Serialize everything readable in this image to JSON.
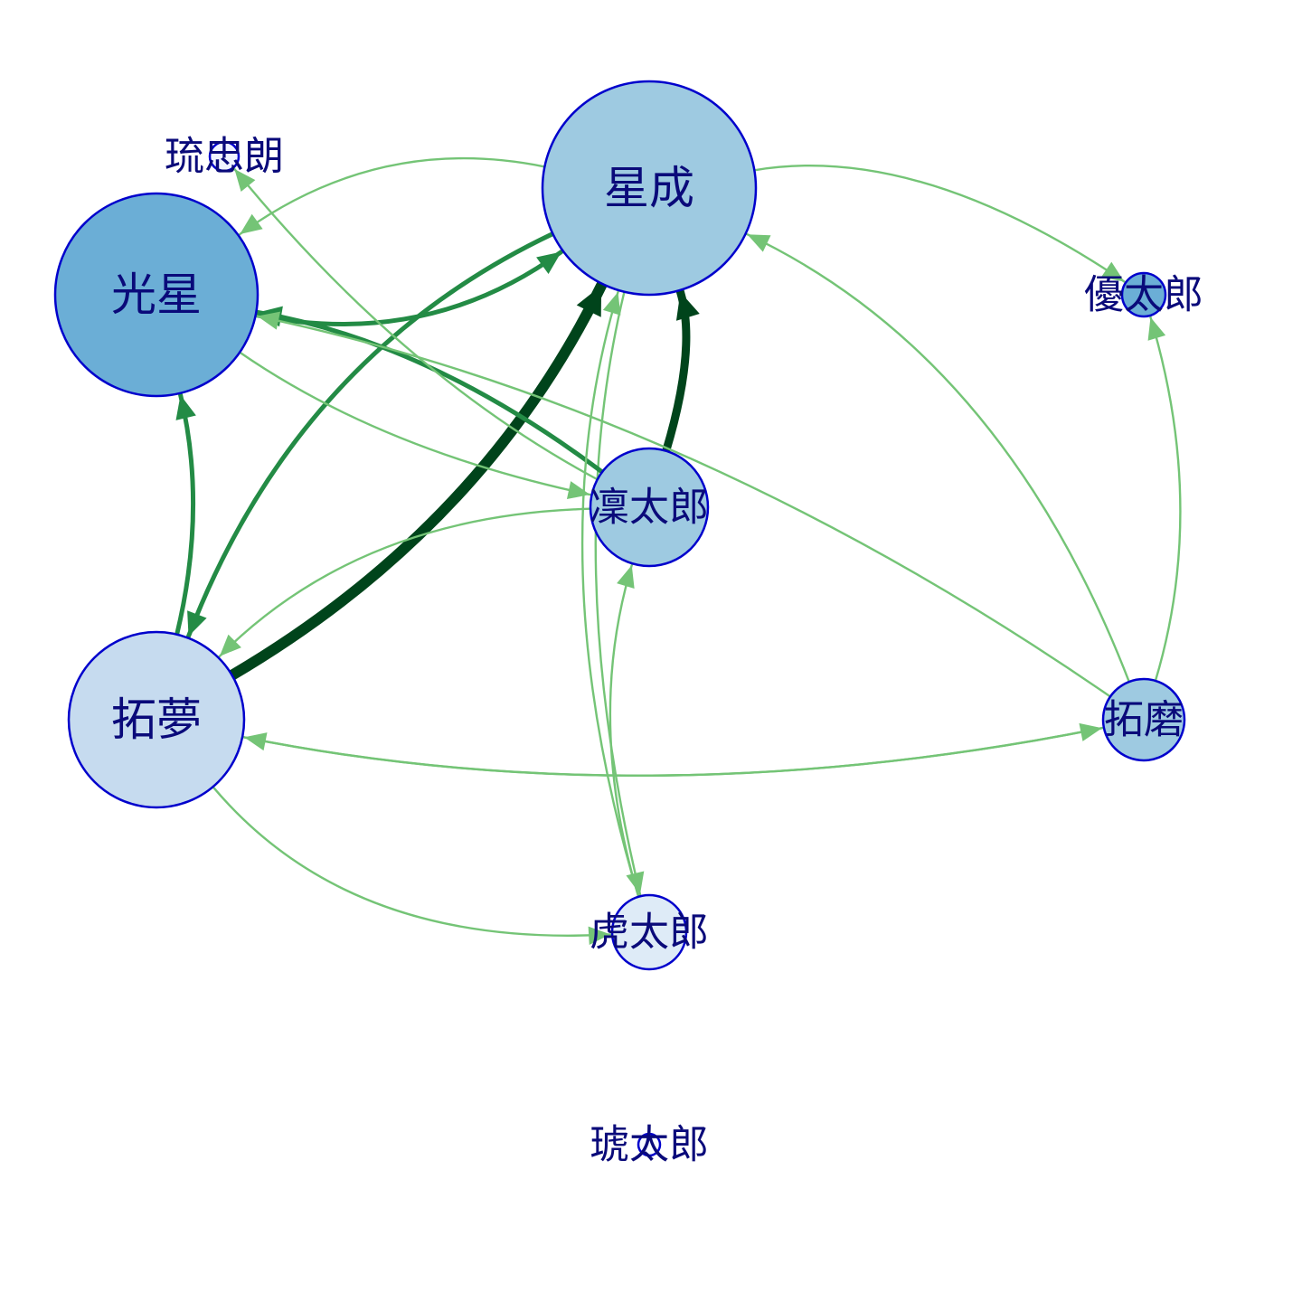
{
  "graph": {
    "nodes": [
      {
        "id": "hoshinari",
        "label": "星成",
        "color": "#9ecae1",
        "size": 4
      },
      {
        "id": "kosei",
        "label": "光星",
        "color": "#6baed6",
        "size": 5
      },
      {
        "id": "takumu",
        "label": "拓夢",
        "color": "#c6dbef",
        "size": 3
      },
      {
        "id": "rintaro",
        "label": "凜太郎",
        "color": "#9ecae1",
        "size": 2
      },
      {
        "id": "takuma",
        "label": "拓磨",
        "color": "#9ecae1",
        "size": 1
      },
      {
        "id": "yutaro",
        "label": "優太郎",
        "color": "#6baed6",
        "size": 0.5
      },
      {
        "id": "kotaro",
        "label": "虎太郎",
        "color": "#deebf7",
        "size": 1
      },
      {
        "id": "ruchuro",
        "label": "琉忠朗",
        "color": "#eff3ff",
        "size": 0.3
      },
      {
        "id": "kotaro2",
        "label": "琥太郎",
        "color": "#f7fbff",
        "size": 0.2
      }
    ],
    "edges": [
      {
        "from": "kosei",
        "to": "hoshinari",
        "weight": 3
      },
      {
        "from": "hoshinari",
        "to": "kosei",
        "weight": 1
      },
      {
        "from": "takumu",
        "to": "hoshinari",
        "weight": 6
      },
      {
        "from": "hoshinari",
        "to": "takumu",
        "weight": 3
      },
      {
        "from": "rintaro",
        "to": "hoshinari",
        "weight": 5
      },
      {
        "from": "hoshinari",
        "to": "kotaro",
        "weight": 1
      },
      {
        "from": "hoshinari",
        "to": "yutaro",
        "weight": 1
      },
      {
        "from": "takumu",
        "to": "kosei",
        "weight": 3
      },
      {
        "from": "rintaro",
        "to": "kosei",
        "weight": 3
      },
      {
        "from": "kosei",
        "to": "rintaro",
        "weight": 1
      },
      {
        "from": "takuma",
        "to": "kosei",
        "weight": 1
      },
      {
        "from": "takumu",
        "to": "takuma",
        "weight": 1
      },
      {
        "from": "takuma",
        "to": "takumu",
        "weight": 1
      },
      {
        "from": "takumu",
        "to": "kotaro",
        "weight": 1
      },
      {
        "from": "rintaro",
        "to": "takumu",
        "weight": 1
      },
      {
        "from": "takuma",
        "to": "hoshinari",
        "weight": 1
      },
      {
        "from": "takuma",
        "to": "yutaro",
        "weight": 1
      },
      {
        "from": "kotaro",
        "to": "rintaro",
        "weight": 1
      },
      {
        "from": "kotaro",
        "to": "hoshinari",
        "weight": 1
      },
      {
        "from": "rintaro",
        "to": "ruchuro",
        "weight": 1
      }
    ],
    "colors": {
      "edge_light": "#74c476",
      "edge_mid": "#238b45",
      "edge_dark": "#00441b",
      "node_border": "#0000cc",
      "label": "#0a0a7a"
    }
  }
}
